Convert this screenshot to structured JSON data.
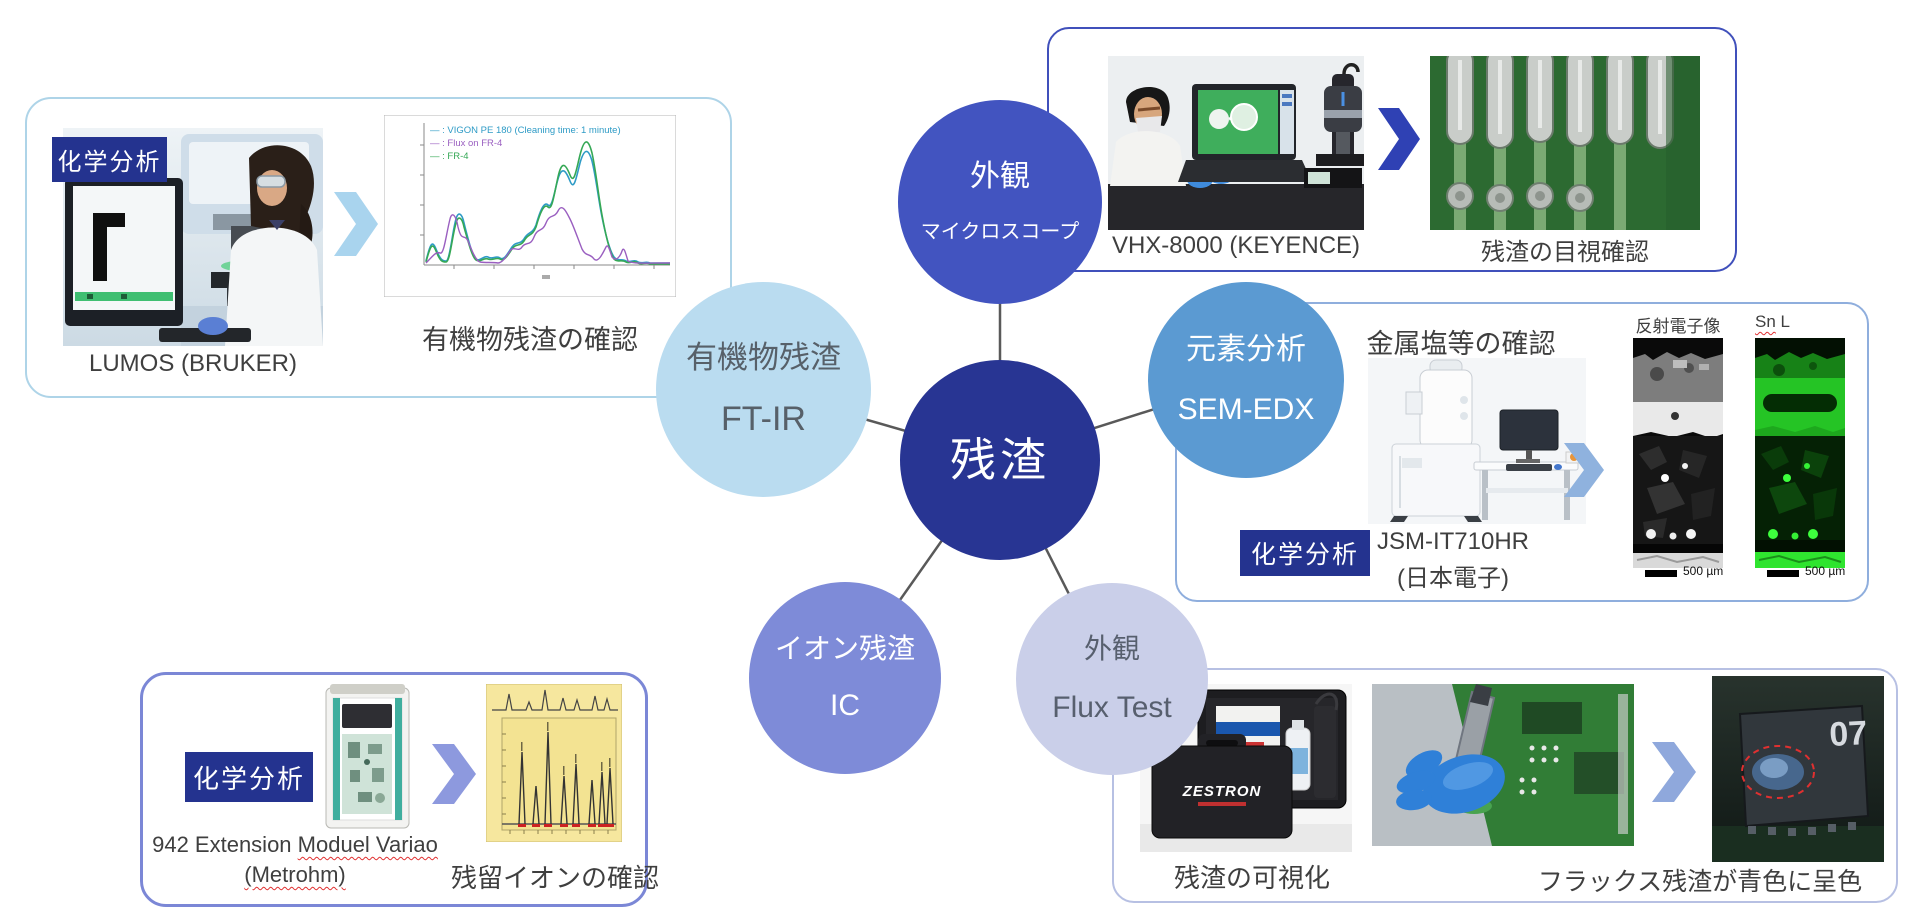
{
  "colors": {
    "center_circle": "#283593",
    "microscope_circle": "#4254c0",
    "sem_circle": "#5b9ad2",
    "ftir_circle": "#badcf0",
    "ic_circle": "#7e8bd8",
    "flux_circle": "#cacfe9",
    "badge": "#24338f",
    "connector": "#595959"
  },
  "center": {
    "label": "残渣"
  },
  "nodes": {
    "microscope": {
      "line1": "外観",
      "line2": "マイクロスコープ"
    },
    "sem": {
      "line1": "元素分析",
      "line2": "SEM-EDX"
    },
    "ftir": {
      "line1": "有機物残渣",
      "line2": "FT-IR"
    },
    "ic": {
      "line1": "イオン残渣",
      "line2": "IC"
    },
    "flux": {
      "line1": "外観",
      "line2": "Flux Test"
    }
  },
  "ftir_box": {
    "badge": "化学分析",
    "equipment": "LUMOS (BRUKER)",
    "result": "有機物残渣の確認",
    "legend1": "— : VIGON PE 180 (Cleaning time: 1 minute)",
    "legend2": "— : Flux on FR-4",
    "legend3": "— : FR-4"
  },
  "microscope_box": {
    "equipment": "VHX-8000 (KEYENCE)",
    "result": "残渣の目視確認"
  },
  "sem_box": {
    "heading": "金属塩等の確認",
    "badge": "化学分析",
    "equipment1": "JSM-IT710HR",
    "equipment2": "(日本電子)",
    "img1_label": "反射電子像",
    "img2_label_a": "Sn",
    "img2_label_b": "L",
    "scale1": "500 µm",
    "scale2": "500 µm"
  },
  "ic_box": {
    "badge": "化学分析",
    "equipment1a": "942 Extension ",
    "equipment1b": "Moduel Variao",
    "equipment2": "(Metrohm)",
    "result": "残留イオンの確認"
  },
  "flux_box": {
    "brand": "ZESTRON",
    "chip_text": "07",
    "kit_caption": "残渣の可視化",
    "result_caption": "フラックス残渣が青色に呈色"
  }
}
